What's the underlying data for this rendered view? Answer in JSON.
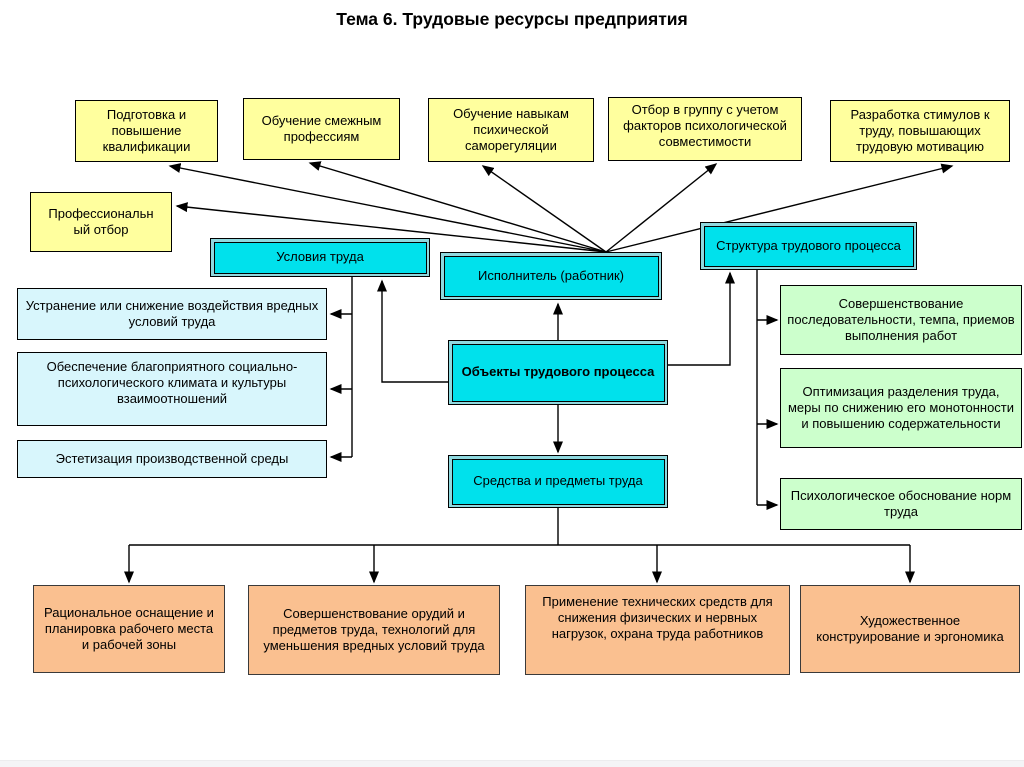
{
  "title": "Тема 6. Трудовые ресурсы предприятия",
  "colors": {
    "method_box": "#FFFF9E",
    "core_box": "#00E1EC",
    "conditions_box": "#D8F6FC",
    "structure_box": "#CCFFCC",
    "means_box": "#FAC090",
    "line": "#000000"
  },
  "nodes": {
    "training": "Подготовка и повышение квалификации",
    "adjacent_professions": "Обучение смежным профессиям",
    "self_regulation": "Обучение навыкам психической саморегуляции",
    "group_selection": "Отбор в группу с учетом факторов психологической совместимости",
    "incentives": "Разработка стимулов к труду, повышающих трудовую мотивацию",
    "professional_selection": "Профессиональн ый отбор",
    "work_conditions": "Условия труда",
    "worker": "Исполнитель (работник)",
    "process_structure": "Структура трудового процесса",
    "labor_objects": "Объекты трудового процесса",
    "labor_means": "Средства и предметы труда",
    "harmful_conditions": "Устранение или снижение воздействия вредных условий труда",
    "social_climate": "Обеспечение благоприятного социально-психологического климата и культуры взаимоотношений",
    "aesthetics": "Эстетизация производственной среды",
    "work_sequence": "Совершенствование последовательности, темпа, приемов выполнения работ",
    "labor_division": "Оптимизация разделения труда, меры по снижению его монотонности и повышению содержательности",
    "labor_norms": "Психологическое обоснование норм труда",
    "workplace_layout": "Рациональное оснащение и планировка рабочего места и рабочей зоны",
    "tools_improvement": "Совершенствование орудий и предметов труда, технологий для уменьшения вредных условий труда",
    "technical_means": "Применение технических средств для снижения физических и нервных нагрузок, охрана труда работников",
    "ergonomics": "Художественное конструирование и эргономика"
  }
}
